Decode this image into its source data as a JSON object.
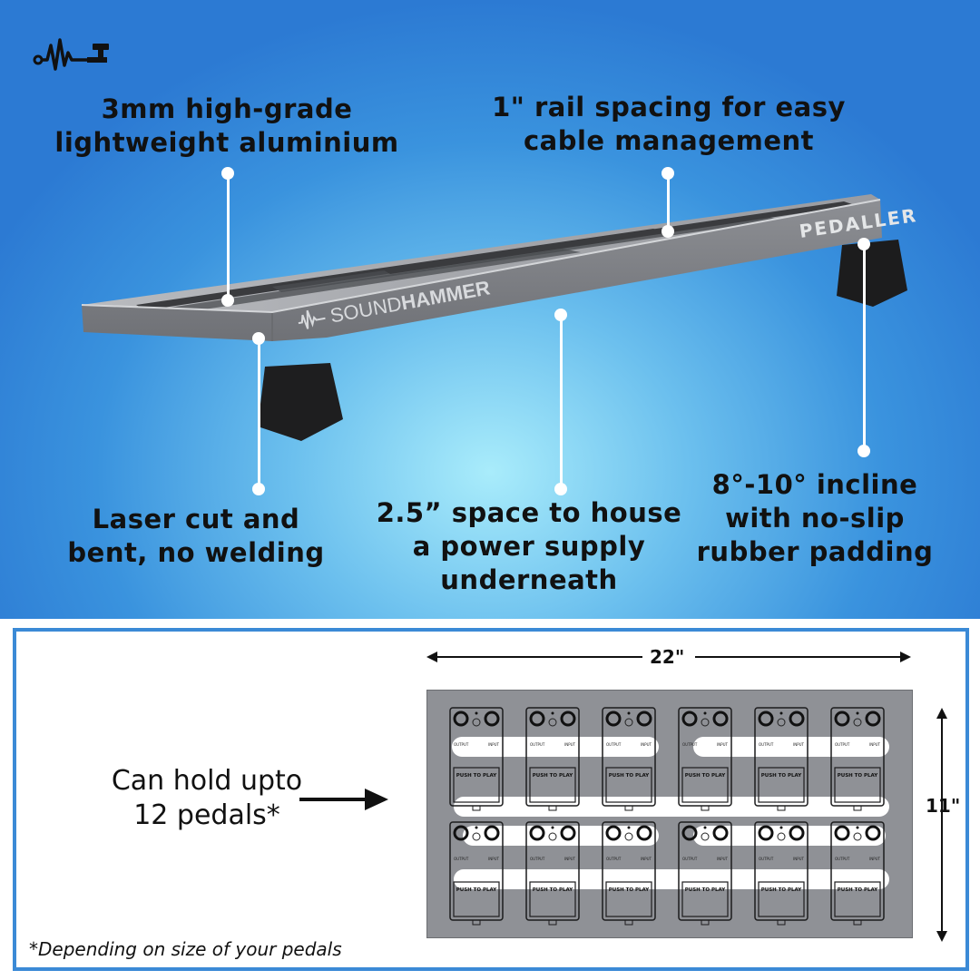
{
  "brand": {
    "logo_icon": "soundhammer-waveform-hammer-icon"
  },
  "hero": {
    "callouts": {
      "material": [
        "3mm high-grade",
        "lightweight aluminium"
      ],
      "rails": [
        "1\" rail spacing for easy",
        "cable management"
      ],
      "construction": [
        "Laser cut and",
        "bent, no welding"
      ],
      "space": [
        "2.5” space to house",
        "a power supply",
        "underneath"
      ],
      "incline": [
        "8°-10° incline",
        "with no-slip",
        "rubber padding"
      ]
    },
    "board_labels": {
      "brand_left": "SOUNDHAMMER",
      "brand_left_light": "SOUND",
      "brand_left_bold": "HAMMER",
      "brand_right": "PEDALLER"
    }
  },
  "bottom": {
    "capacity": [
      "Can hold upto",
      "12 pedals*"
    ],
    "width_label": "22\"",
    "height_label": "11\"",
    "footnote": "*Depending on size of your pedals",
    "pedal_text": {
      "footswitch": "PUSH TO PLAY",
      "output": "OUTPUT",
      "input": "INPUT"
    },
    "pedal_count": 12
  },
  "colors": {
    "frame_blue": "#3b8ad6",
    "board_grey": "#8f9196",
    "callout_text": "#111111"
  }
}
